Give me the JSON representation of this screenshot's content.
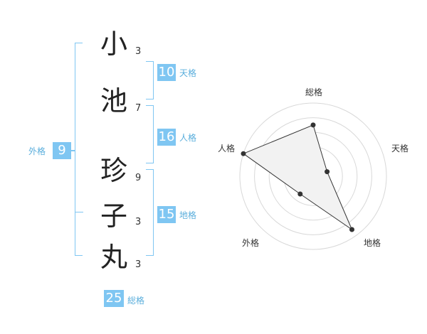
{
  "name": {
    "chars": [
      {
        "char": "小",
        "strokes": "3"
      },
      {
        "char": "池",
        "strokes": "7"
      },
      {
        "char": "珍",
        "strokes": "9"
      },
      {
        "char": "子",
        "strokes": "3"
      },
      {
        "char": "丸",
        "strokes": "3"
      }
    ]
  },
  "fortune": {
    "tenkaku": {
      "value": "10",
      "label": "天格"
    },
    "jinkaku": {
      "value": "16",
      "label": "人格"
    },
    "chikaku": {
      "value": "15",
      "label": "地格"
    },
    "gaikaku": {
      "value": "9",
      "label": "外格"
    },
    "soukaku": {
      "value": "25",
      "label": "総格"
    }
  },
  "colors": {
    "accent": "#7fc6f2",
    "label_text": "#5aaedc"
  },
  "chart_data": {
    "type": "radar",
    "axes": [
      "総格",
      "天格",
      "地格",
      "外格",
      "人格"
    ],
    "values": [
      0.7,
      0.2,
      0.9,
      0.3,
      1.0
    ],
    "range": [
      0,
      1
    ],
    "rings": 5
  }
}
